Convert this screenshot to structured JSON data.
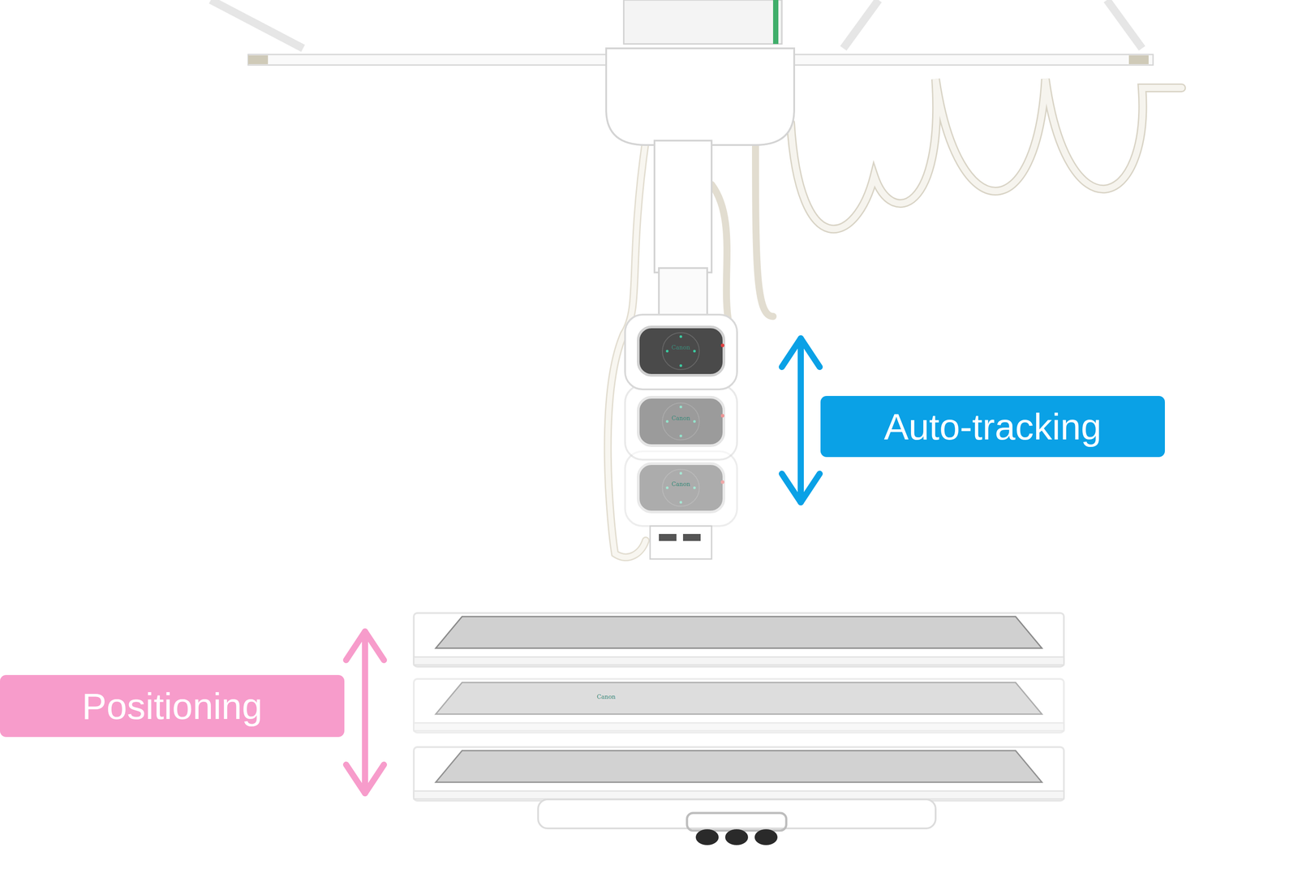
{
  "diagram": {
    "nodes": [
      {
        "text": [
          "Auto-tracking"
        ]
      },
      {
        "text": [
          "Positioning"
        ]
      }
    ],
    "labels": [
      "Canon",
      "Canon",
      "Canon",
      "Canon"
    ]
  }
}
